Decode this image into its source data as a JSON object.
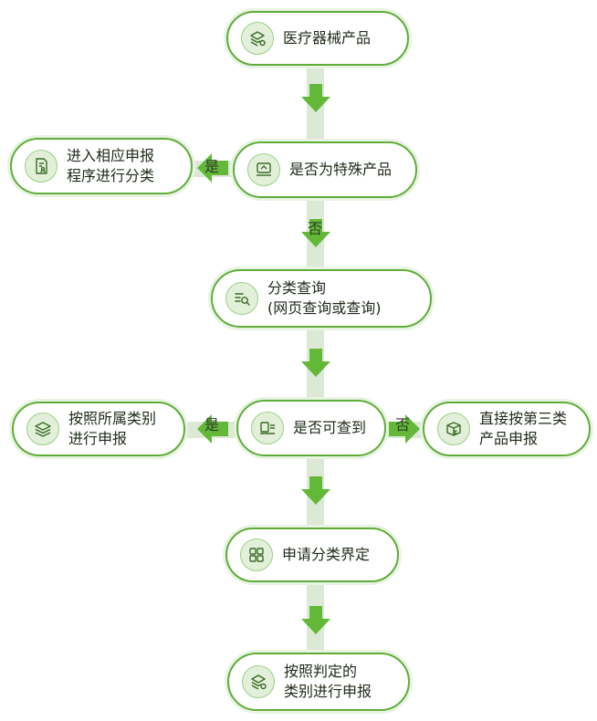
{
  "nodes": {
    "medical_device": "医疗器械产品",
    "special_product": "是否为特殊产品",
    "special_process": "进入相应申报\n程序进行分类",
    "classification_query": "分类查询\n(网页查询或查询)",
    "found_check": "是否可查到",
    "declare_by_category": "按照所属类别\n进行申报",
    "class_three": "直接按第三类\n产品申报",
    "apply_classification": "申请分类界定",
    "declare_by_judgement": "按照判定的\n类别进行申报"
  },
  "edges": {
    "yes": "是",
    "no": "否"
  },
  "colors": {
    "accent": "#5fad38",
    "arrow": "#63b838",
    "connector": "#dbe9d6",
    "icon_bg": "#e2f0da"
  },
  "icons": {
    "medical_device": "layers-gear-icon",
    "special_product": "monitor-box-icon",
    "special_process": "document-person-icon",
    "classification_query": "list-search-icon",
    "found_check": "device-list-icon",
    "declare_by_category": "stack-icon",
    "class_three": "package-icon",
    "apply_classification": "grid-icon",
    "declare_by_judgement": "layers-gear-icon"
  }
}
